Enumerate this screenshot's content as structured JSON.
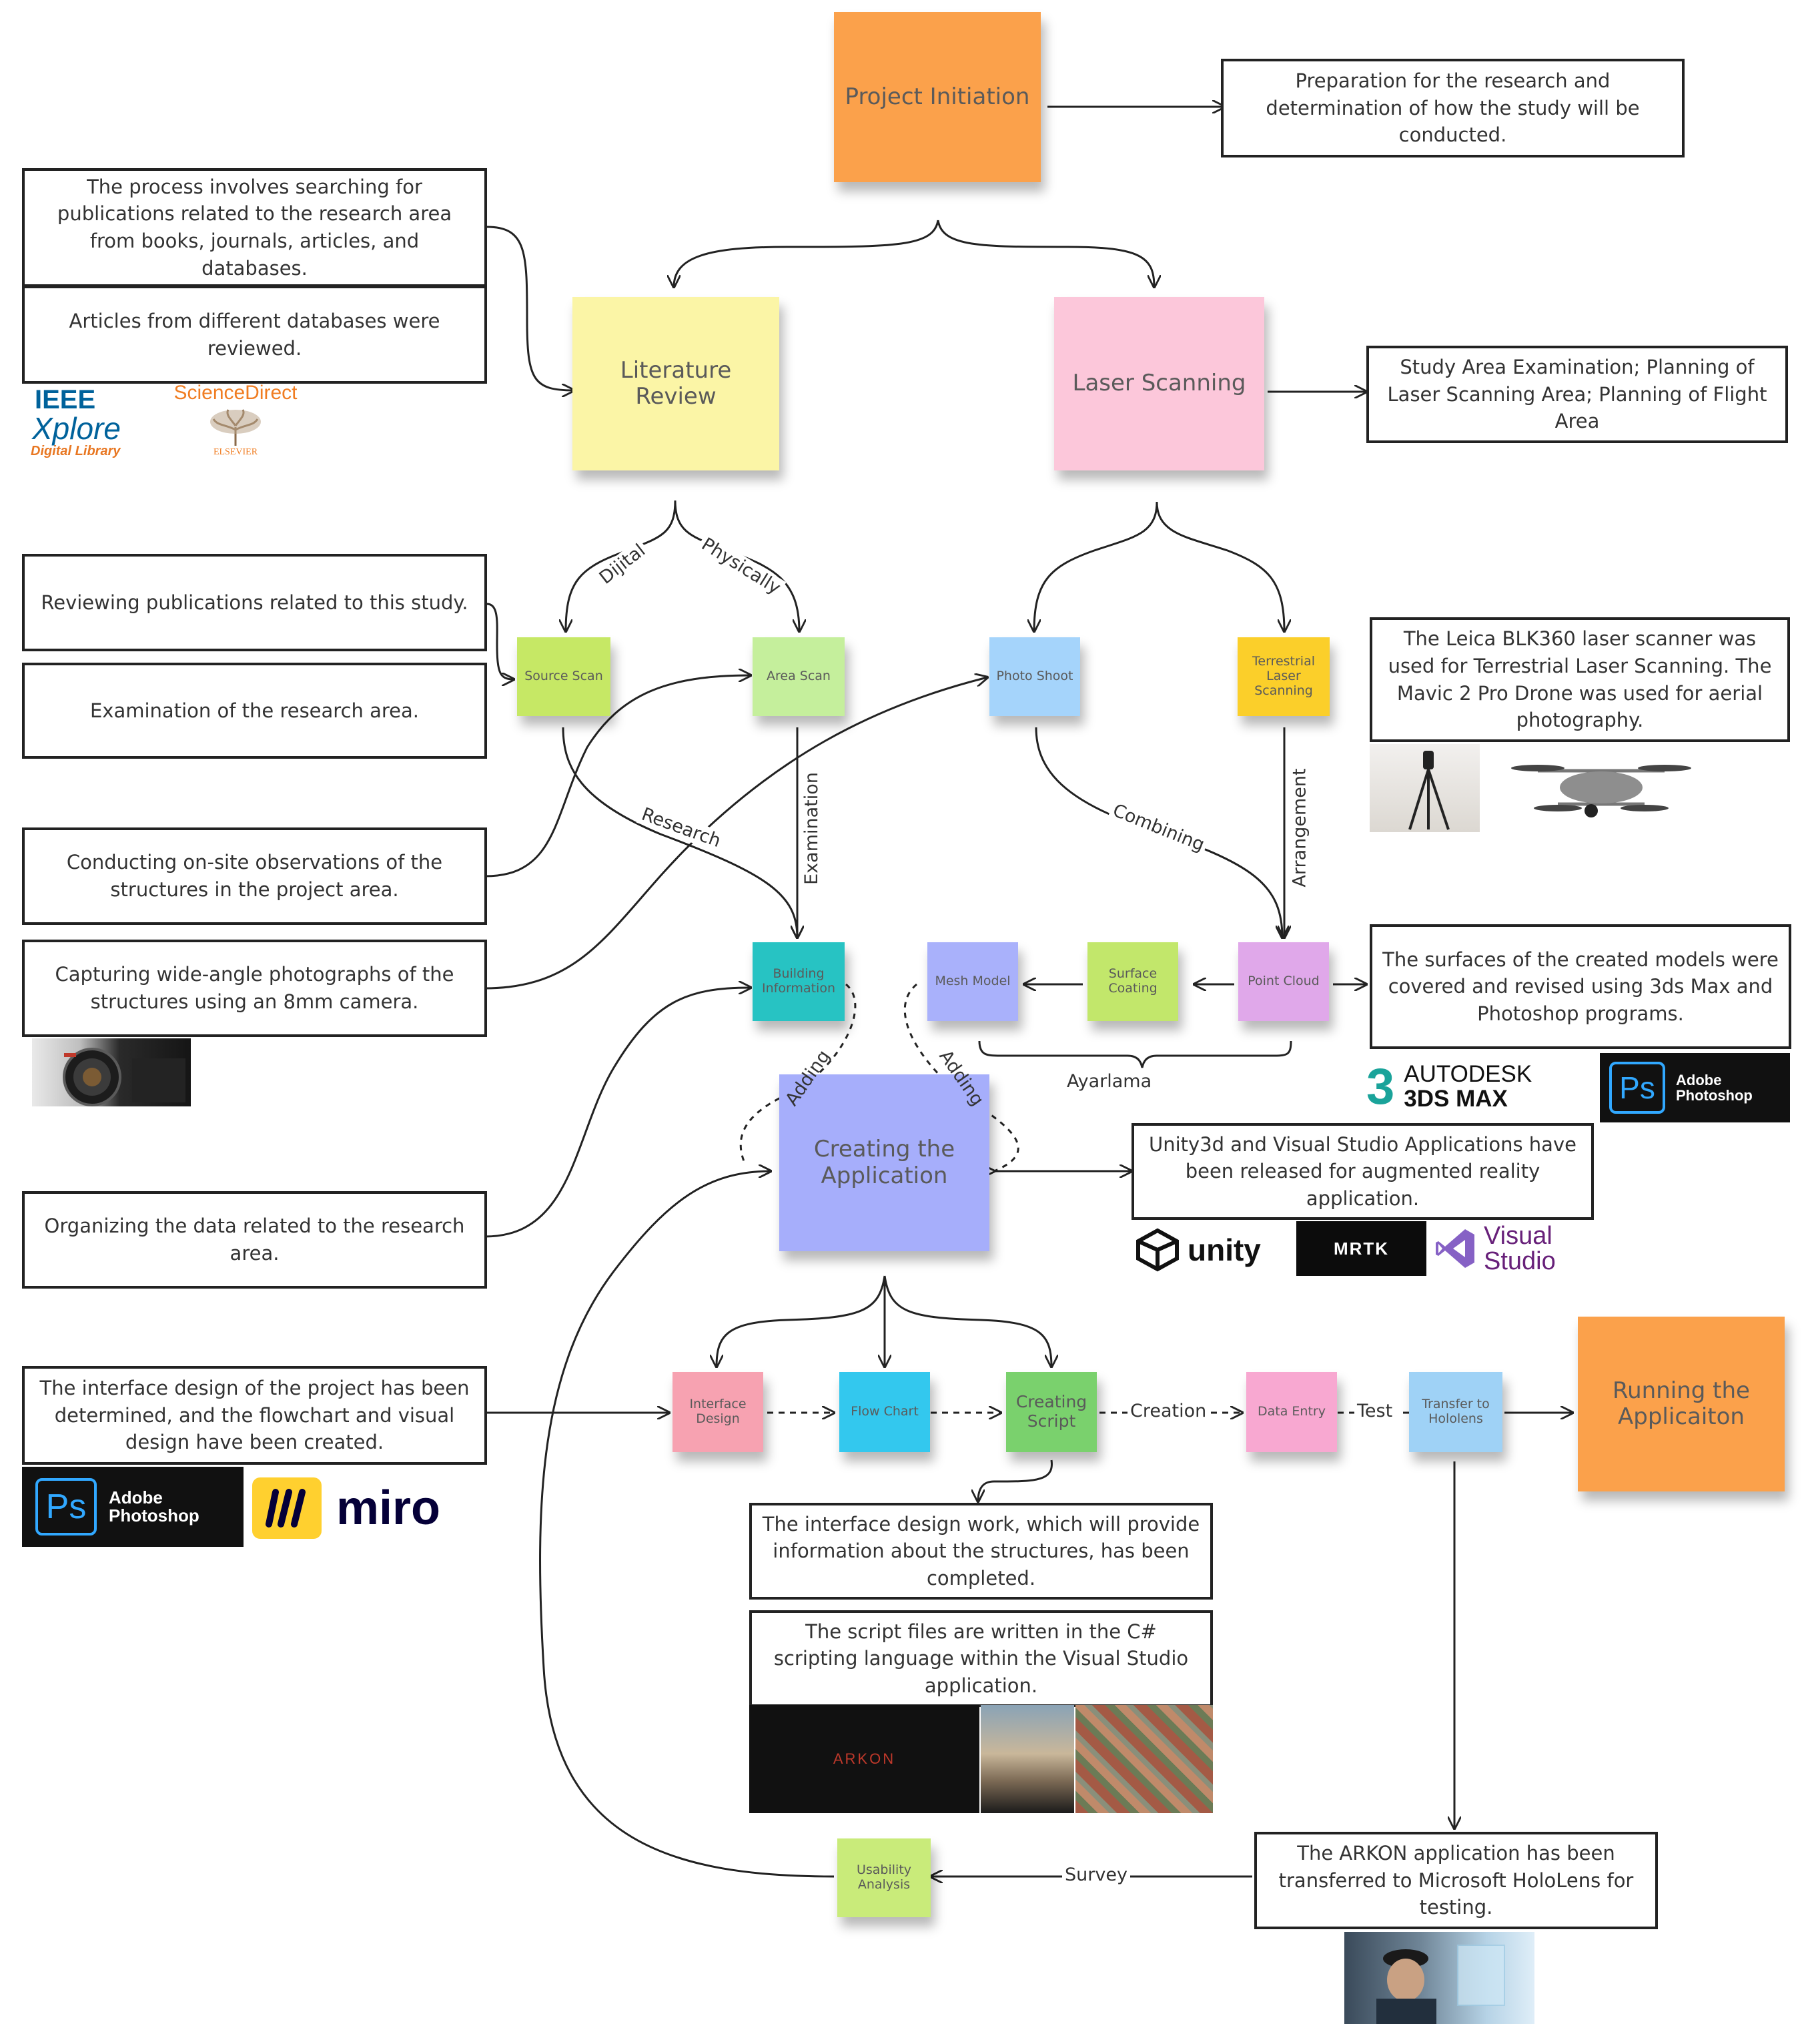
{
  "nodes": {
    "project_initiation": "Project Initiation",
    "literature_review": "Literature Review",
    "laser_scanning": "Laser Scanning",
    "source_scan": "Source Scan",
    "area_scan": "Area Scan",
    "photo_shoot": "Photo Shoot",
    "terrestrial_laser_scanning": "Terrestrial Laser Scanning",
    "building_information": "Building Information",
    "mesh_model": "Mesh Model",
    "surface_coating": "Surface Coating",
    "point_cloud": "Point Cloud",
    "creating_application": "Creating the Application",
    "interface_design": "Interface Design",
    "flow_chart": "Flow Chart",
    "creating_script": "Creating Script",
    "data_entry": "Data Entry",
    "transfer_hololens": "Transfer to Hololens",
    "running_application": "Running the Applicaiton",
    "usability_analysis": "Usability Analysis"
  },
  "boxes": {
    "preparation": "Preparation for the research and determination of how the study will be conducted.",
    "searching_publications": "The process involves searching for publications related to the research area from books, journals, articles, and databases.",
    "articles_reviewed": "Articles from different databases were reviewed.",
    "study_area": "Study Area Examination; Planning of Laser Scanning Area; Planning of Flight Area",
    "reviewing_publications": "Reviewing publications related to this study.",
    "examination_area": "Examination of the research area.",
    "leica": "The Leica BLK360 laser scanner was used for Terrestrial Laser Scanning. The Mavic 2 Pro Drone was used for aerial photography.",
    "onsite_observations": "Conducting on-site observations of the structures in the project area.",
    "wide_angle": "Capturing wide-angle photographs of the structures using an 8mm camera.",
    "surfaces_covered": "The surfaces of the created models were covered and revised using 3ds Max and Photoshop programs.",
    "unity_vs": "Unity3d and Visual Studio Applications have been released for augmented reality application.",
    "organizing_data": "Organizing the data related to the research area.",
    "interface_determined": "The interface design of the project has been determined, and the flowchart and visual design have been created.",
    "interface_work": "The interface design work, which will provide information about the structures, has been completed.",
    "script_files": "The script files are written in the C# scripting language within the Visual Studio application.",
    "arkon_transferred": "The ARKON application has been transferred to Microsoft HoloLens for testing."
  },
  "edge_labels": {
    "dijital": "Dijital",
    "physically": "Physically",
    "research": "Research",
    "examination": "Examination",
    "combining": "Combining",
    "arrangement": "Arrangement",
    "ayarlama": "Ayarlama",
    "adding_left": "Adding",
    "adding_right": "Adding",
    "creation": "Creation",
    "test": "Test",
    "survey": "Survey"
  },
  "logos": {
    "ieee_1": "IEEE",
    "ieee_2": "Xplore",
    "ieee_3": "Digital Library",
    "sciencedirect": "ScienceDirect",
    "elsevier": "ELSEVIER",
    "autodesk_1": "AUTODESK",
    "autodesk_2": "3DS MAX",
    "autodesk_mark": "3",
    "ps_mark": "Ps",
    "ps_name_1": "Adobe",
    "ps_name_2": "Photoshop",
    "unity": "unity",
    "mrtk": "MRTK",
    "visual_studio_1": "Visual",
    "visual_studio_2": "Studio",
    "miro": "miro",
    "arkon_screen": "ARKON"
  },
  "colors": {
    "orange": "#fba14b",
    "yellow": "#fbf5a6",
    "pink": "#fcc7da",
    "green": "#c6e865",
    "light_green": "#c5ef9c",
    "blue": "#a5d4fb",
    "gold": "#fbcf2a",
    "teal": "#27c3c3",
    "periwinkle": "#a9b1fb",
    "lime": "#c2e76b",
    "lavender": "#e0a8ea",
    "purple_blue": "#a6aefb",
    "salmon": "#f7a2b1",
    "cyan": "#33c8ee",
    "mid_green": "#7ad16d",
    "light_pink": "#f8a8d1",
    "sky": "#9fd2f6",
    "usability_green": "#c9eb7a"
  },
  "icons": {
    "ieee": "ieee-xplore-logo",
    "sciencedirect": "sciencedirect-logo",
    "camera": "camera-lens-photo",
    "scanner": "laser-scanner-photo",
    "drone": "drone-photo",
    "autodesk": "autodesk-3dsmax-logo",
    "photoshop": "adobe-photoshop-logo",
    "unity": "unity-logo",
    "mrtk": "mrtk-logo",
    "visual_studio": "visual-studio-logo",
    "miro": "miro-logo",
    "hololens": "hololens-user-photo"
  }
}
